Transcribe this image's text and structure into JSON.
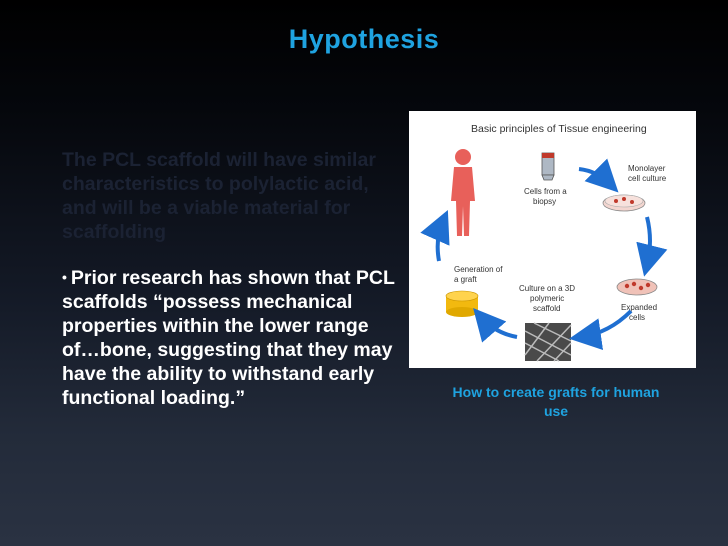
{
  "slide": {
    "title": "Hypothesis",
    "paragraph1": "The PCL scaffold will have similar characteristics to polylactic acid, and will be a viable material for scaffolding",
    "paragraph2": "Prior research has shown that PCL scaffolds “possess mechanical properties within the lower range of…bone, suggesting that they may have the ability to withstand early functional loading.”",
    "bullet_symbol": "•",
    "caption": "How to create grafts for human use"
  },
  "figure": {
    "title": "Basic principles of Tissue engineering",
    "labels": {
      "cells_biopsy": [
        "Cells from a",
        "biopsy"
      ],
      "monolayer": [
        "Monolayer",
        "cell culture"
      ],
      "expanded": [
        "Expanded",
        "cells"
      ],
      "culture_3d": [
        "Culture on a 3D",
        "polymeric",
        "scaffold"
      ],
      "generation": [
        "Generation of",
        "a graft"
      ]
    }
  },
  "colors": {
    "accent": "#1fa3e0",
    "arrow": "#1f6fd1",
    "person": "#e8605a"
  }
}
